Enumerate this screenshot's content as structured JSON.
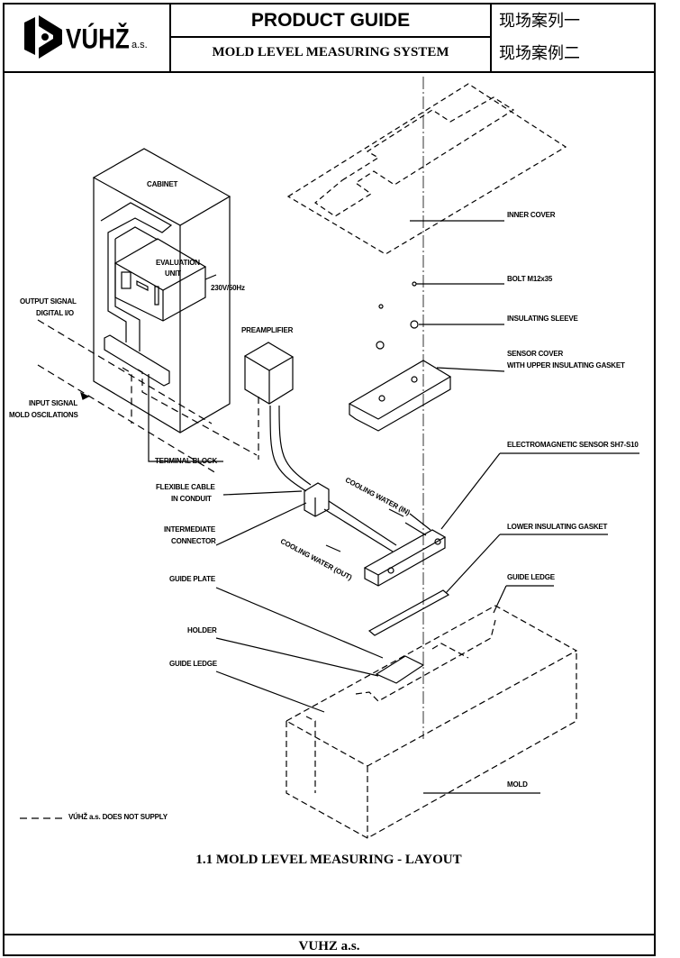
{
  "header": {
    "logo_text": "VÚHŽ a.s.",
    "title": "PRODUCT GUIDE",
    "subtitle": "MOLD LEVEL MEASURING SYSTEM",
    "links": [
      "现场案列一",
      "现场案例二"
    ]
  },
  "labels": {
    "cabinet": "CABINET",
    "evaluation_unit_1": "EVALUATION",
    "evaluation_unit_2": "UNIT",
    "power": "230V/50Hz",
    "output_signal_1": "OUTPUT SIGNAL",
    "output_signal_2": "DIGITAL I/O",
    "preamplifier": "PREAMPLIFIER",
    "input_signal_1": "INPUT SIGNAL",
    "input_signal_2": "MOLD OSCILATIONS",
    "terminal_block": "TERMINAL BLOCK",
    "flexible_cable_1": "FLEXIBLE CABLE",
    "flexible_cable_2": "IN CONDUIT",
    "connector_1": "INTERMEDIATE",
    "connector_2": "CONNECTOR",
    "cooling_in": "COOLING WATER (IN)",
    "cooling_out": "COOLING WATER (OUT)",
    "guide_plate": "GUIDE PLATE",
    "holder": "HOLDER",
    "guide_ledge_left": "GUIDE LEDGE",
    "inner_cover": "INNER COVER",
    "bolt": "BOLT M12x35",
    "insulating_sleeve": "INSULATING SLEEVE",
    "sensor_cover_1": "SENSOR COVER",
    "sensor_cover_2": "WITH UPPER INSULATING GASKET",
    "sensor": "ELECTROMAGNETIC SENSOR SH7-S10",
    "lower_gasket": "LOWER INSULATING GASKET",
    "guide_ledge_right": "GUIDE LEDGE",
    "mold": "MOLD",
    "legend": "VÚHŽ a.s. DOES NOT SUPPLY"
  },
  "caption": "1.1  MOLD LEVEL MEASURING - LAYOUT",
  "footer": "VUHZ a.s."
}
